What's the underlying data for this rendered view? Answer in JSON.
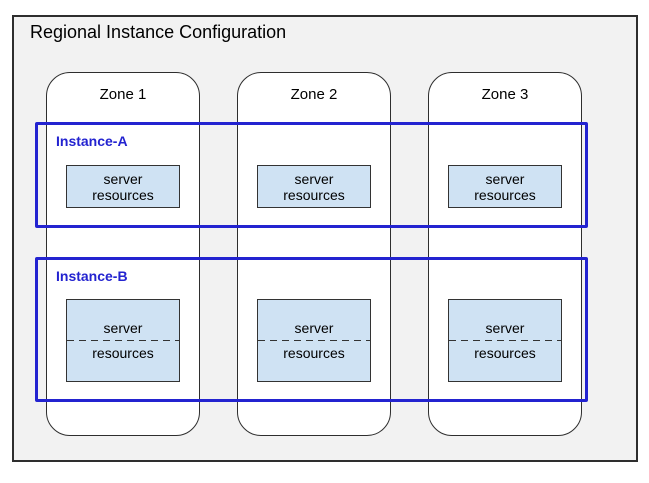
{
  "title": "Regional Instance Configuration",
  "zones": [
    {
      "label": "Zone 1"
    },
    {
      "label": "Zone 2"
    },
    {
      "label": "Zone 3"
    }
  ],
  "instances": [
    {
      "label": "Instance-A",
      "resources": [
        {
          "line1": "server",
          "line2": "resources"
        },
        {
          "line1": "server",
          "line2": "resources"
        },
        {
          "line1": "server",
          "line2": "resources"
        }
      ]
    },
    {
      "label": "Instance-B",
      "resources": [
        {
          "line1": "server",
          "line2": "resources"
        },
        {
          "line1": "server",
          "line2": "resources"
        },
        {
          "line1": "server",
          "line2": "resources"
        }
      ]
    }
  ],
  "colors": {
    "instance_border": "#2323d0",
    "instance_label": "#2323d0",
    "server_box_fill": "#cfe2f3",
    "region_fill": "#f2f2f2",
    "outline": "#2e2e2e"
  }
}
